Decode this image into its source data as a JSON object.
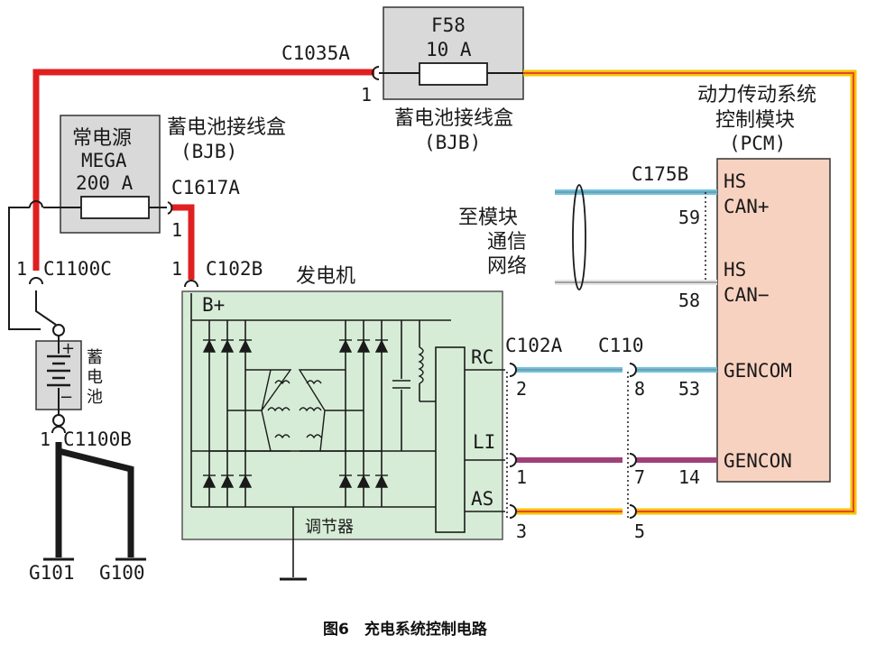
{
  "colors": {
    "power_red": "#e02020",
    "signal_yellow": "#f5c400",
    "signal_orange": "#e8452a",
    "can_blue": "#66c6e6",
    "gencon_purple": "#a0407a",
    "box_gray": "#d9d9d9",
    "generator_green": "#d6ecd6",
    "pcm_pink": "#f8d2c0"
  },
  "fuse_f58": {
    "name": "F58",
    "rating": "10 A",
    "box_label": "蓄电池接线盒",
    "box_abbr": "(BJB)"
  },
  "mega_fuse": {
    "name": "常电源",
    "type": "MEGA",
    "rating": "200 A",
    "box_label": "蓄电池接线盒",
    "box_abbr": "(BJB)"
  },
  "connectors": {
    "c1035a": "C1035A",
    "c1035a_pin": "1",
    "c1617a": "C1617A",
    "c1617a_pin": "1",
    "c1100c": "C1100C",
    "c1100c_pin": "1",
    "c102b": "C102B",
    "c102b_pin": "1",
    "c1100b": "C1100B",
    "c1100b_pin": "1",
    "c102a": "C102A",
    "c110": "C110",
    "c175b": "C175B"
  },
  "battery": {
    "label": "蓄电池",
    "plus": "+",
    "minus": "−"
  },
  "grounds": [
    "G101",
    "G100"
  ],
  "generator": {
    "label": "发电机",
    "regulator": "调节器",
    "b_plus": "B+",
    "pins": [
      "RC",
      "LI",
      "AS"
    ]
  },
  "pcm": {
    "title_line1": "动力传动系统",
    "title_line2": "控制模块",
    "abbr": "(PCM)",
    "signals": [
      {
        "name1": "HS",
        "name2": "CAN+",
        "pin": "59"
      },
      {
        "name1": "HS",
        "name2": "CAN−",
        "pin": "58"
      },
      {
        "name1": "GENCOM",
        "name2": "",
        "pin": "53"
      },
      {
        "name1": "GENCON",
        "name2": "",
        "pin": "14"
      }
    ]
  },
  "network": {
    "line1": "至模块",
    "line2": "通信",
    "line3": "网络"
  },
  "pins_c102a": [
    "2",
    "1",
    "3"
  ],
  "pins_c110": [
    "8",
    "7",
    "5"
  ],
  "caption": "图6　充电系统控制电路"
}
